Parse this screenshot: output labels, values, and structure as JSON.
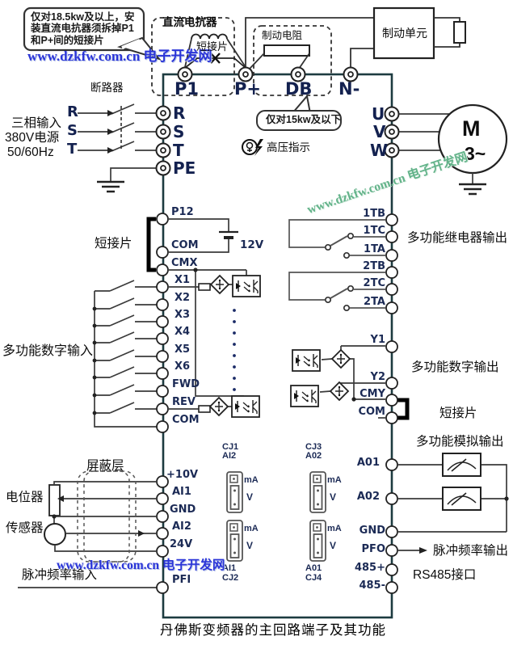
{
  "caption": "丹佛斯变频器的主回路端子及其功能",
  "watermark": {
    "text": "www.dzkfw.com.cn 电子开发网"
  },
  "callouts": {
    "reactor_note_line1": "仅对18.5kw及以上，安",
    "reactor_note_line2": "装直流电抗器须拆掉P1",
    "reactor_note_line3": "和P+间的短接片",
    "below_15kw": "仅对15kw及以下"
  },
  "top": {
    "dc_reactor": "直流电抗器",
    "jumper": "短接片",
    "brake_resistor": "制动电阻",
    "brake_unit": "制动单元",
    "breaker": "断路器",
    "hv_indicator": "高压指示",
    "terminals": {
      "p1": "P1",
      "p_plus": "P+",
      "db": "DB",
      "n_minus": "N-"
    }
  },
  "power_input": {
    "line1": "三相输入",
    "line2": "380V电源",
    "line3": "50/60Hz",
    "r": "R",
    "s": "S",
    "t": "T"
  },
  "left_terminals": {
    "r": "R",
    "s": "S",
    "t": "T",
    "pe": "PE",
    "p12": "P12",
    "com_top": "COM",
    "cmx": "CMX",
    "x1": "X1",
    "x2": "X2",
    "x3": "X3",
    "x4": "X4",
    "x5": "X5",
    "x6": "X6",
    "fwd": "FWD",
    "rev": "REV",
    "com_bottom": "COM",
    "p10v": "+10V",
    "ai1": "AI1",
    "gnd": "GND",
    "ai2": "AI2",
    "v24": "24V",
    "pfi": "PFI"
  },
  "right_terminals": {
    "u": "U",
    "v": "V",
    "w": "W",
    "tb1": "1TB",
    "tc1": "1TC",
    "ta1": "1TA",
    "tb2": "2TB",
    "tc2": "2TC",
    "ta2": "2TA",
    "y1": "Y1",
    "y2": "Y2",
    "cmy": "CMY",
    "com": "COM",
    "a01": "A01",
    "a02": "A02",
    "gnd": "GND",
    "pfo": "PFO",
    "p485": "485+",
    "n485": "485-"
  },
  "annotations": {
    "jumper_left": "短接片",
    "v12": "12V",
    "digital_in": "多功能数字输入",
    "relay_out": "多功能继电器输出",
    "digital_out": "多功能数字输出",
    "jumper_right": "短接片",
    "analog_out": "多功能模拟输出",
    "pulse_out": "脉冲频率输出",
    "rs485": "RS485接口",
    "shield": "屏蔽层",
    "potentiometer": "电位器",
    "sensor": "传感器",
    "pulse_in": "脉冲频率输入",
    "motor": "M",
    "motor_phase": "3~"
  },
  "jumpers": {
    "cj1": "CJ1",
    "cj2": "CJ2",
    "cj3": "CJ3",
    "cj4": "CJ4",
    "ai1": "AI1",
    "ai2": "AI2",
    "a01": "A01",
    "a02": "A02",
    "ma": "mA",
    "v": "V"
  }
}
